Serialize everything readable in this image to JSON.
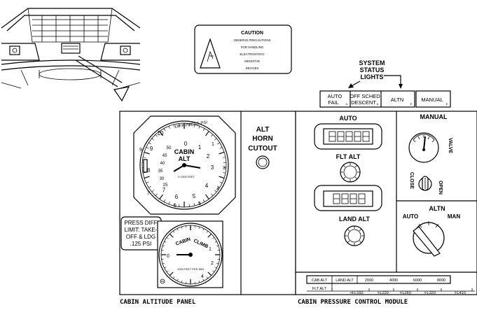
{
  "caution_label": {
    "title": "CAUTION",
    "lines": [
      "OBSERVE PRECAUTIONS",
      "FOR HANDLING",
      "ELECTROSTATIC",
      "SENSITIVE",
      "DEVICES"
    ]
  },
  "system_status_lights": {
    "callout": [
      "SYSTEM",
      "STATUS",
      "LIGHTS"
    ],
    "lights": [
      {
        "line1": "AUTO",
        "line2": "FAIL",
        "sub": "A"
      },
      {
        "line1": "OFF SCHED",
        "line2": "DESCENT",
        "sub": "A"
      },
      {
        "line1": "ALTN",
        "line2": "",
        "sub": "E"
      },
      {
        "line1": "MANUAL",
        "line2": "",
        "sub": "E"
      }
    ]
  },
  "cabin_altitude_panel": {
    "caption": "CABIN ALTITUDE PANEL",
    "gauge_outer_label": "DIFF PRESS PSI",
    "gauge_center_label": [
      "CABIN",
      "ALT"
    ],
    "gauge_small_text": "X 1000 FEET",
    "altitude_scale": [
      "0",
      "1",
      "2",
      "3",
      "4",
      "5",
      "6",
      "7",
      "8",
      "9",
      "10"
    ],
    "psi_scale": [
      "0",
      "1",
      "2",
      "3",
      "4",
      "5",
      "6",
      "7",
      "8",
      "9",
      "10"
    ],
    "left_scale": [
      "50",
      "45",
      "40",
      "35",
      "30",
      "25"
    ],
    "horn_cutout_label": [
      "ALT",
      "HORN",
      "CUTOUT"
    ],
    "placard": [
      "PRESS DIFF",
      "LIMIT: TAKE-",
      "OFF & LDG",
      ".125 PSI"
    ],
    "rate_gauge_label": [
      "CABIN",
      "CLIMB"
    ],
    "rate_gauge_small": "1000 FEET PER MIN",
    "rate_scale": [
      "0",
      "1",
      "2",
      "4"
    ]
  },
  "cabin_pressure_control_module": {
    "caption": "CABIN PRESSURE CONTROL MODULE",
    "auto_label": "AUTO",
    "manual_label": "MANUAL",
    "flt_alt_label": "FLT ALT",
    "land_alt_label": "LAND ALT",
    "valve_label": "VALVE",
    "close_label": "CLOSE",
    "open_label": "OPEN",
    "altn_label": "ALTN",
    "altn_auto": "AUTO",
    "altn_man": "MAN",
    "table_top": [
      "CAB ALT",
      "LAND ALT",
      "2000",
      "4000",
      "6000",
      "8000"
    ],
    "table_bottom": [
      "FLT ALT",
      "<FL160",
      "FL220",
      "FL260",
      "FL320",
      "FL410"
    ]
  }
}
